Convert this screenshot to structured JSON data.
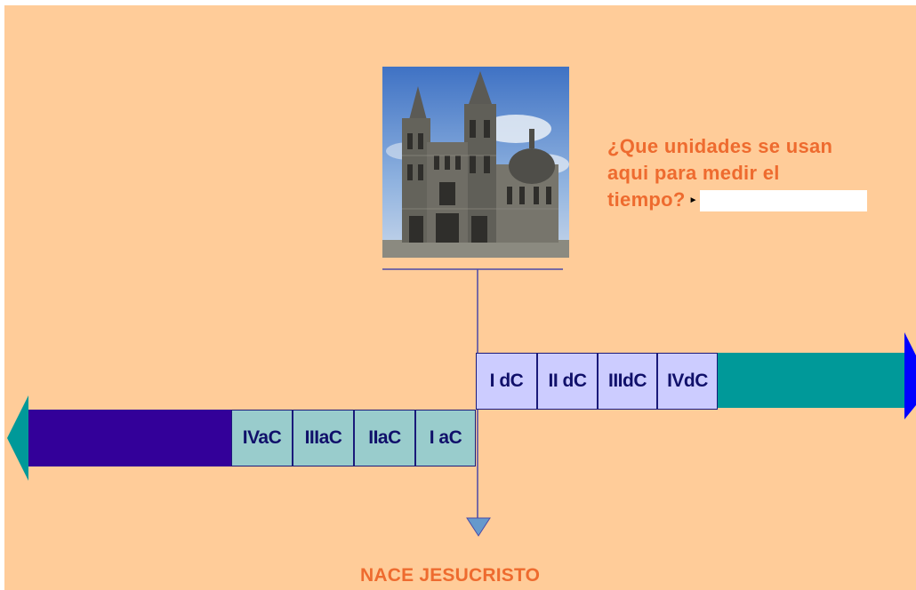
{
  "question": {
    "lines": [
      "¿Que unidades se usan",
      "aqui para medir el",
      "tiempo?"
    ],
    "answer_value": "",
    "answer_placeholder": ""
  },
  "timeline": {
    "before_label": [
      "IVaC",
      "IIIaC",
      "IIaC",
      "I aC"
    ],
    "after_label": [
      "I dC",
      "II dC",
      "IIIdC",
      "IVdC"
    ]
  },
  "footer_label": "NACE JESUCRISTO",
  "icons": {
    "photo": "cathedral-photo",
    "left_arrow": "arrow-left-icon",
    "right_arrow": "arrow-right-icon",
    "pointer": "triangle-down-icon"
  },
  "colors": {
    "background": "#ffcc99",
    "text_accent": "#ee6b2f",
    "bce_band": "#330099",
    "ce_band": "#009999",
    "bce_boxes": "#99cccc",
    "ce_boxes": "#ccccff",
    "right_arrowhead": "#0000ff",
    "left_arrowhead": "#009999"
  }
}
